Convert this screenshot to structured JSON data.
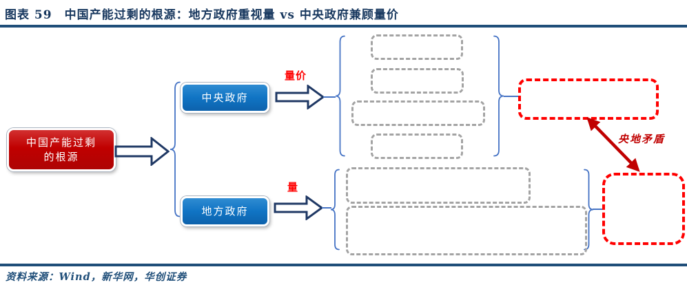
{
  "header": {
    "figure_label": "图表 59",
    "title": "中国产能过剩的根源：地方政府重视量 vs 中央政府兼顾量价"
  },
  "root_box": {
    "line1": "中国产能过剩",
    "line2": "的根源"
  },
  "central_branch": {
    "node_label": "中央政府",
    "arrow_label": "量价",
    "placeholders": [
      "",
      "",
      "",
      ""
    ]
  },
  "local_branch": {
    "node_label": "地方政府",
    "arrow_label": "量",
    "placeholders": [
      "",
      ""
    ]
  },
  "right_panel": {
    "top_placeholder": "",
    "bottom_placeholder": "",
    "conflict_label": "央地矛盾"
  },
  "footer": {
    "source": "资料来源：Wind，新华网，华创证券"
  },
  "colors": {
    "navy_title": "#17375E",
    "rule_blue": "#1F4E79",
    "brace_blue": "#4472C4",
    "node_blue": "#1074C4",
    "node_red": "#C00000",
    "bright_red": "#FF0000",
    "dash_gray": "#A3A3A3"
  }
}
